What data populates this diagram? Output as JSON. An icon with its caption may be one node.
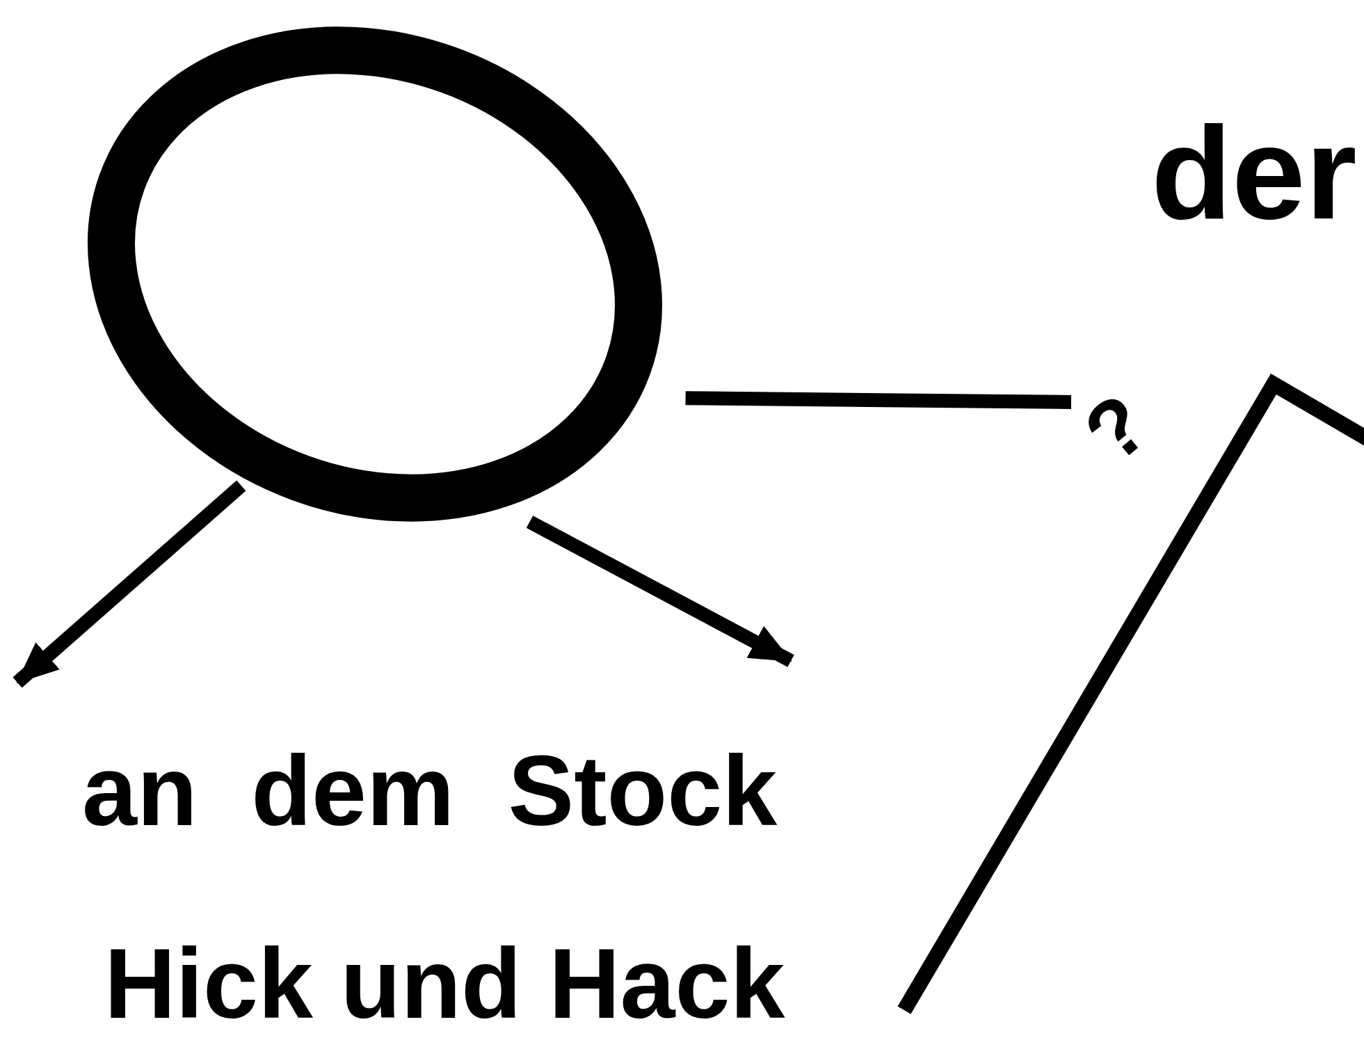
{
  "diagram": {
    "nodes": [
      {
        "text": [],
        "shape": "circle"
      },
      {
        "text": [
          "?"
        ]
      }
    ],
    "edges": [
      {
        "from": 0,
        "to": 1,
        "arrow": "none"
      },
      {
        "from": 0,
        "to": null,
        "arrow": "to"
      },
      {
        "from": 0,
        "to": null,
        "arrow": "to"
      }
    ],
    "labels": [
      "der",
      "an dem Stock",
      "Hick und Hack"
    ]
  }
}
